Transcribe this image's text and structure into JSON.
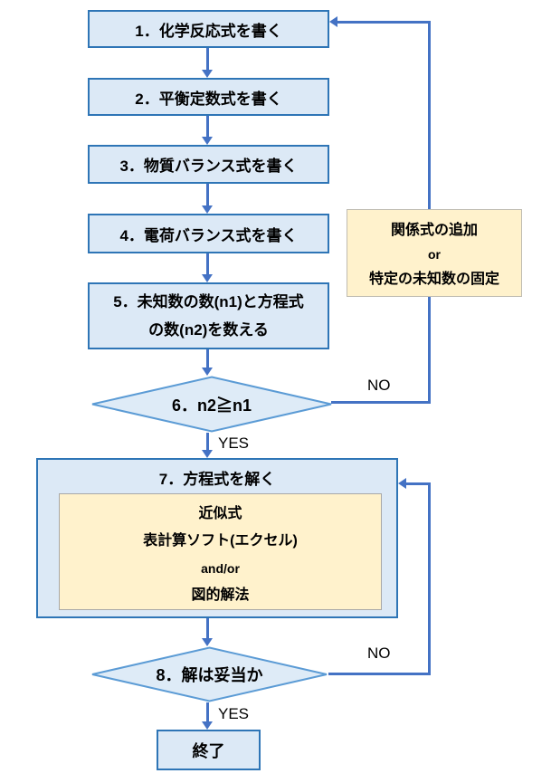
{
  "colors": {
    "box_fill": "#dce9f6",
    "box_border": "#2e75b6",
    "diamond_fill": "#deebf7",
    "diamond_border": "#5b9bd5",
    "connector": "#4472c4",
    "note_fill": "#fff2cc",
    "note_border": "#bfbfbf",
    "text": "#000000"
  },
  "steps": [
    {
      "label": "1．化学反応式を書く"
    },
    {
      "label": "2．平衡定数式を書く"
    },
    {
      "label": "3．物質バランス式を書く"
    },
    {
      "label": "4．電荷バランス式を書く"
    },
    {
      "line1": "5．未知数の数(n1)と方程式",
      "line2": "の数(n2)を数える"
    }
  ],
  "decision6": {
    "label": "6．n2≧n1",
    "yes": "YES",
    "no": "NO"
  },
  "side_note": {
    "lines": [
      "関係式の追加",
      "or",
      "特定の未知数の固定"
    ]
  },
  "process7": {
    "title": "7．方程式を解く",
    "methods": [
      "近似式",
      "表計算ソフト(エクセル)",
      "and/or",
      "図的解法"
    ]
  },
  "decision8": {
    "label": "8．解は妥当か",
    "yes": "YES",
    "no": "NO"
  },
  "end": {
    "label": "終了"
  }
}
